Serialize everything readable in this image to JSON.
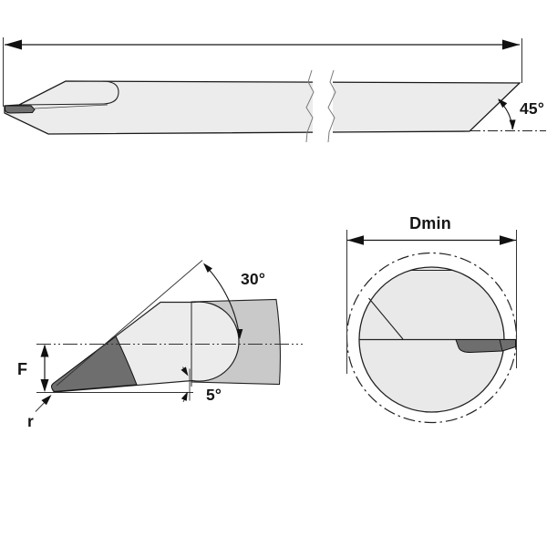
{
  "views": {
    "side": {
      "chamfer_angle_label": "45°"
    },
    "tip_detail": {
      "top_angle_label": "30°",
      "clearance_angle_label": "5°",
      "height_label": "F",
      "radius_label": "r"
    },
    "cross_section": {
      "diameter_label": "Dmin"
    }
  },
  "colors": {
    "body": "#ececec",
    "section_fill": "#e9e9e9",
    "shoulder": "#c9c9c9",
    "insert": "#6e6e6e",
    "outline": "#1a1a1a"
  }
}
